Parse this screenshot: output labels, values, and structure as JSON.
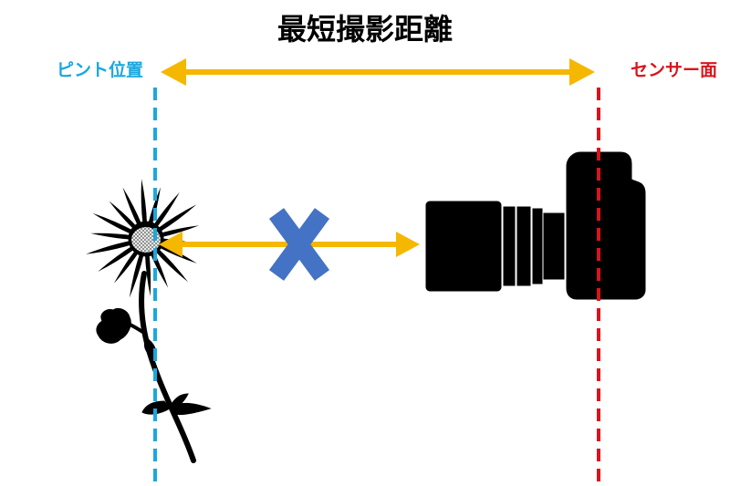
{
  "title": "最短撮影距離",
  "labels": {
    "focus_position": "ピント位置",
    "sensor_plane": "センサー面"
  },
  "colors": {
    "text": "#000000",
    "focus_line": "#1aa7e0",
    "sensor_line": "#d9141c",
    "arrow": "#f5b700",
    "cross_mark": "#4472c4",
    "silhouette": "#000000"
  },
  "icons": {
    "subject": "flower-silhouette-icon",
    "camera": "camera-silhouette-icon",
    "mark": "cross-mark-icon"
  }
}
